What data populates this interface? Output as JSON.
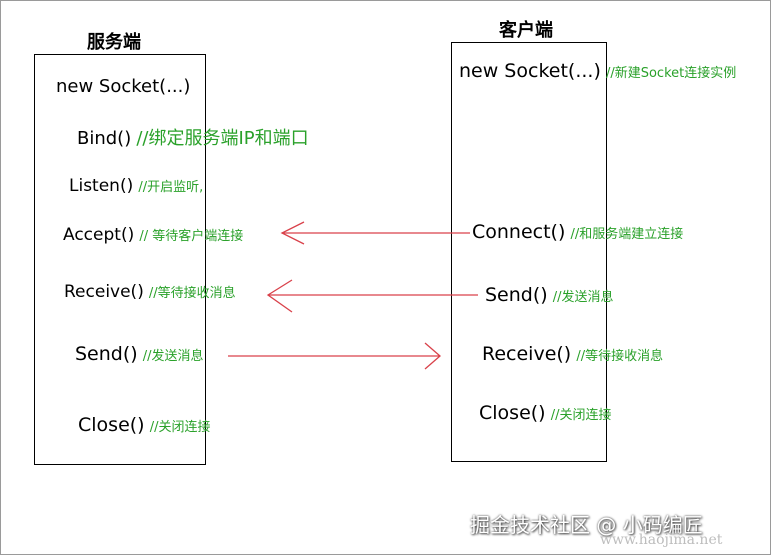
{
  "server": {
    "title": "服务端",
    "rows": [
      {
        "code": "new Socket(...)",
        "comment": ""
      },
      {
        "code": "Bind()",
        "comment": "//绑定服务端IP和端口"
      },
      {
        "code": "Listen()",
        "comment": "//开启监听,"
      },
      {
        "code": "Accept()",
        "comment": "// 等待客户端连接"
      },
      {
        "code": "Receive()",
        "comment": "//等待接收消息"
      },
      {
        "code": "Send()",
        "comment": "//发送消息"
      },
      {
        "code": "Close()",
        "comment": "//关闭连接"
      }
    ]
  },
  "client": {
    "title": "客户端",
    "rows": [
      {
        "code": "new Socket(...)",
        "comment": "//新建Socket连接实例"
      },
      {
        "code": "Connect()",
        "comment": "//和服务端建立连接"
      },
      {
        "code": "Send()",
        "comment": "//发送消息"
      },
      {
        "code": "Receive()",
        "comment": "//等待接收消息"
      },
      {
        "code": "Close()",
        "comment": "//关闭连接"
      }
    ]
  },
  "colors": {
    "comment": "#2aa12a",
    "arrow": "#d9414a",
    "box_border": "#000000"
  },
  "watermark": {
    "text": "掘金技术社区 @ 小码编匠",
    "url": "www.haojima.net"
  }
}
